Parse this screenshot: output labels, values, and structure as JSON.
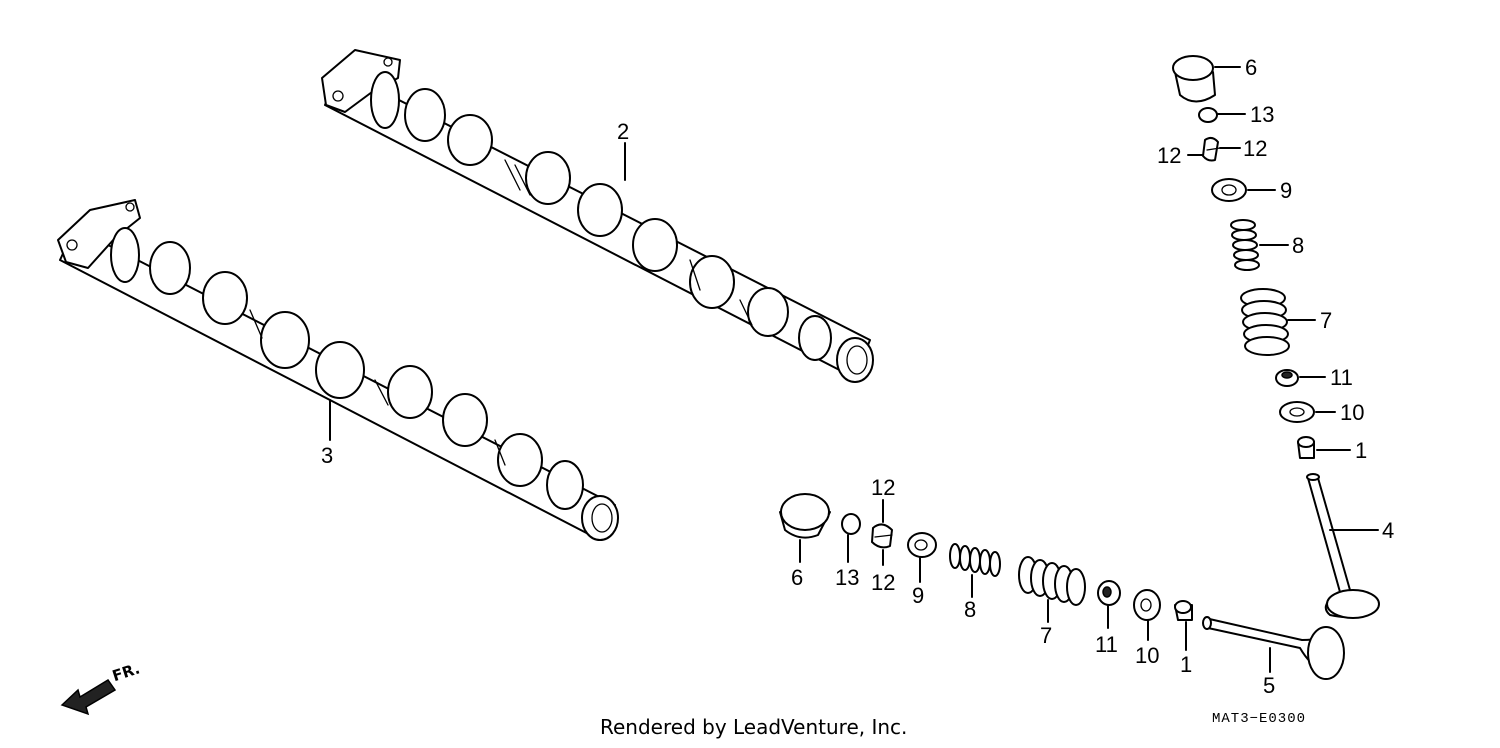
{
  "footer": "Rendered by LeadVenture, Inc.",
  "diagram_code": "MAT3−E0300",
  "direction_label": "FR.",
  "callouts": {
    "c2": "2",
    "c3": "3",
    "r6": "6",
    "r13": "13",
    "r12a": "12",
    "r12b": "12",
    "r9": "9",
    "r8": "8",
    "r7": "7",
    "r11": "11",
    "r10": "10",
    "r1": "1",
    "r4": "4",
    "b12": "12",
    "b6": "6",
    "b13": "13",
    "b12b": "12",
    "b9": "9",
    "b8": "8",
    "b7": "7",
    "b11": "11",
    "b10": "10",
    "b1": "1",
    "b5": "5"
  }
}
